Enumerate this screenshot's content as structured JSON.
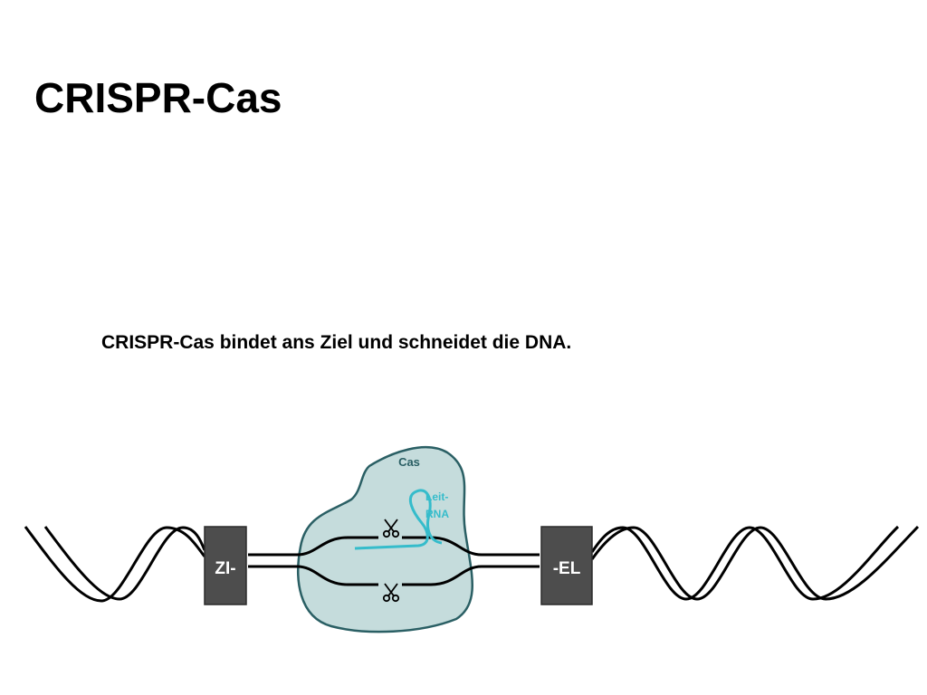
{
  "slide": {
    "title": "CRISPR-Cas",
    "subtitle": "CRISPR-Cas bindet ans Ziel und schneidet die DNA."
  },
  "diagram": {
    "cas_label": "Cas",
    "guide_rna_label_line1": "Leit-",
    "guide_rna_label_line2": "RNA",
    "left_box_label": "ZI-",
    "right_box_label": "-EL",
    "icons": [
      "scissors-icon",
      "scissors-icon"
    ],
    "colors": {
      "dna_strand": "#000000",
      "box_fill": "#4d4d4d",
      "box_text": "#ffffff",
      "cas_fill": "#c5dcdc",
      "cas_outline": "#2a5f64",
      "cas_label": "#2a5f64",
      "guide_rna": "#35bccb"
    }
  }
}
